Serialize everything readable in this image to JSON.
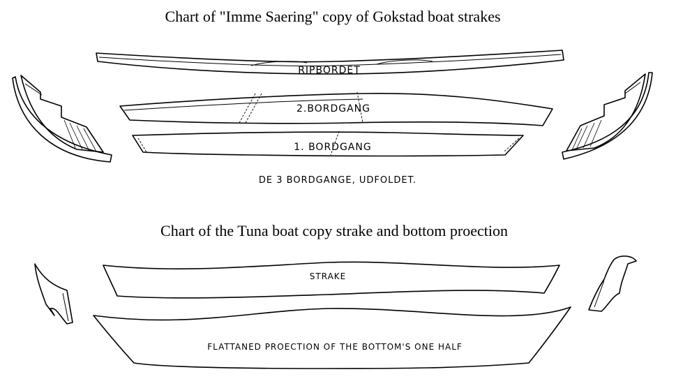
{
  "title_gokstad": "Chart of \"Imme Saering\" copy of Gokstad boat strakes",
  "label_ripbordet": "RIPBORDET",
  "label_2bordgang": "2.BORDGANG",
  "label_1bordgang": "1. BORDGANG",
  "caption_gokstad": "DE 3 BORDGANGE, UDFOLDET.",
  "title_tuna": "Chart of the Tuna boat copy strake and bottom proection",
  "label_strake": "STRAKE",
  "label_bottom": "FLATTANED PROECTION OF THE BOTTOM'S ONE HALF"
}
